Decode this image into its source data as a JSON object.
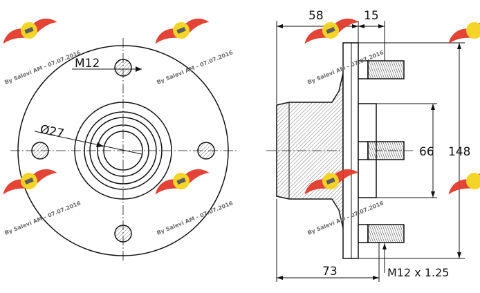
{
  "front_view": {
    "bolt_label": "M12",
    "center_bore_label": "Ø27"
  },
  "side_view": {
    "dims": {
      "flange_offset": "58",
      "flange_thickness": "15",
      "pilot_diameter": "66",
      "overall_diameter": "148",
      "overall_length": "73",
      "stud_thread": "M12 x 1.25"
    }
  },
  "watermark": {
    "text": "By Salevi AM - 07.07.2016",
    "colors": {
      "wing": "#e23a2c",
      "disc": "#f4d21c"
    }
  }
}
